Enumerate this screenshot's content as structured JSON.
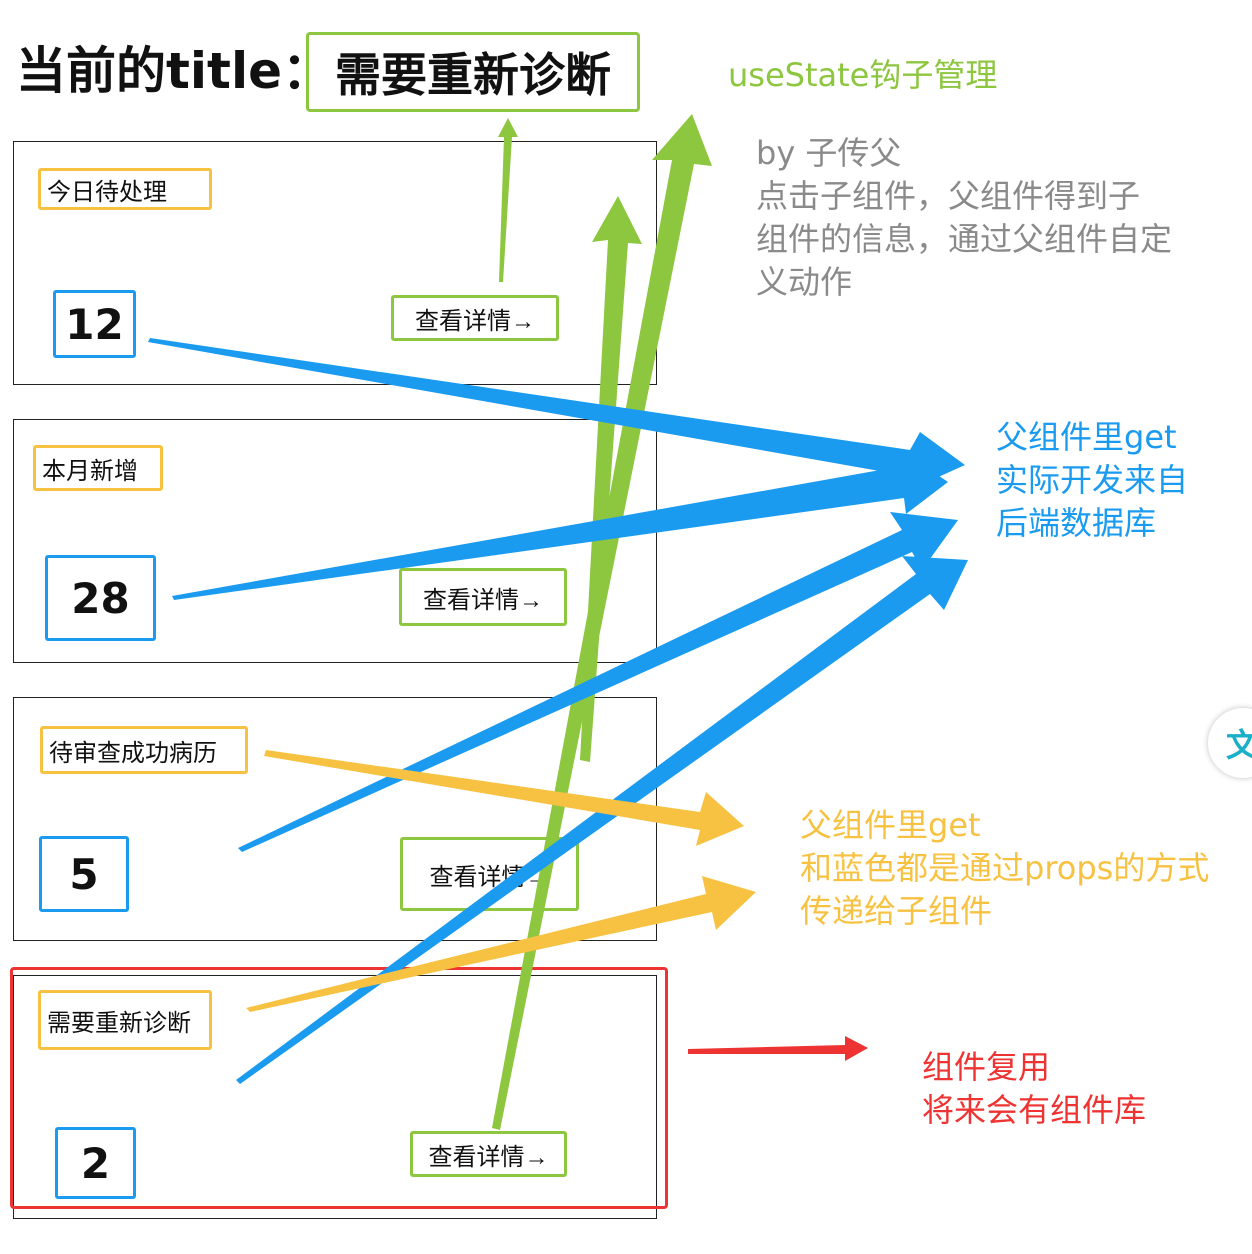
{
  "header": {
    "prefix": "当前的title：",
    "current_title": "需要重新诊断"
  },
  "cards": [
    {
      "label": "今日待处理",
      "count": "12",
      "button": "查看详情→"
    },
    {
      "label": "本月新增",
      "count": "28",
      "button": "查看详情→"
    },
    {
      "label": "待审查成功病历",
      "count": "5",
      "button": "查看详情→"
    },
    {
      "label": "需要重新诊断",
      "count": "2",
      "button": "查看详情→"
    }
  ],
  "notes": {
    "hook": "useState钩子管理",
    "child_to_parent": [
      "by 子传父",
      "点击子组件，父组件得到子",
      "组件的信息，通过父组件自定",
      "义动作"
    ],
    "blue": [
      "父组件里get",
      "实际开发来自",
      "后端数据库"
    ],
    "orange": [
      "父组件里get",
      "和蓝色都是通过props的方式",
      "传递给子组件"
    ],
    "red": [
      "组件复用",
      "将来会有组件库"
    ]
  },
  "side_icon": {
    "glyph": "文",
    "color": "#19b0c8"
  },
  "colors": {
    "green": "#8dc63f",
    "blue": "#1a9bf0",
    "orange": "#f7c242",
    "red": "#ee3333",
    "gray": "#8a8a8a"
  }
}
